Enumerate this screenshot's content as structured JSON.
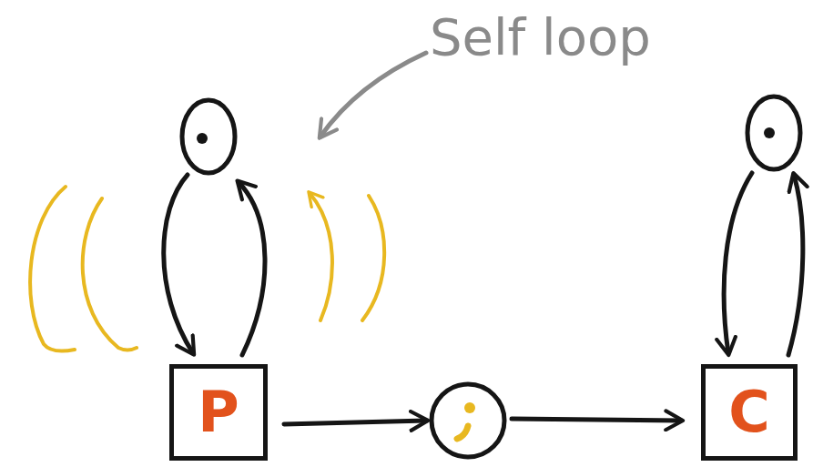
{
  "diagram": {
    "nodes": [
      {
        "text": [
          "P"
        ]
      },
      {
        "text": [
          "C"
        ]
      }
    ],
    "labels": [
      "Self loop"
    ]
  }
}
